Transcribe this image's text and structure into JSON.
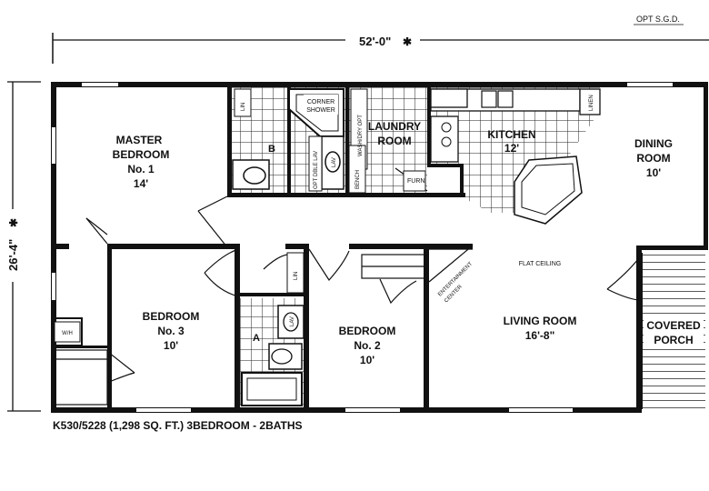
{
  "top_note": "OPT S.G.D.",
  "dimensions": {
    "width": "52'-0\"",
    "depth": "26'-4\"",
    "star": "✱"
  },
  "rooms": {
    "master_bedroom": {
      "name1": "MASTER",
      "name2": "BEDROOM",
      "name3": "No. 1",
      "size": "14'"
    },
    "bedroom3": {
      "name1": "BEDROOM",
      "name2": "No. 3",
      "size": "10'"
    },
    "bedroom2": {
      "name1": "BEDROOM",
      "name2": "No. 2",
      "size": "10'"
    },
    "laundry": {
      "name1": "LAUNDRY",
      "name2": "ROOM"
    },
    "kitchen": {
      "name1": "KITCHEN",
      "size": "12'"
    },
    "dining": {
      "name1": "DINING",
      "name2": "ROOM",
      "size": "10'"
    },
    "living": {
      "name1": "LIVING ROOM",
      "size": "16'-8\""
    },
    "porch": {
      "name1": "COVERED",
      "name2": "PORCH"
    }
  },
  "fixtures": {
    "corner_shower1": "CORNER",
    "corner_shower2": "SHOWER",
    "bath_b": "B",
    "bath_a": "A",
    "lav": "LAV",
    "opt_dble_lav": "OPT DBLE LAV",
    "linen_master": "LIN",
    "linen_hall": "LIN",
    "linen_kitchen": "LINEN",
    "wash_dry_opt": "WASH/DRY OPT",
    "bench": "BENCH",
    "furn": "FURN",
    "wh": "W/H",
    "entertainment1": "ENTERTAINMENT",
    "entertainment2": "CENTER",
    "flat_ceiling": "FLAT CEILING"
  },
  "caption": "K530/5228 (1,298 SQ. FT.) 3BEDROOM - 2BATHS"
}
